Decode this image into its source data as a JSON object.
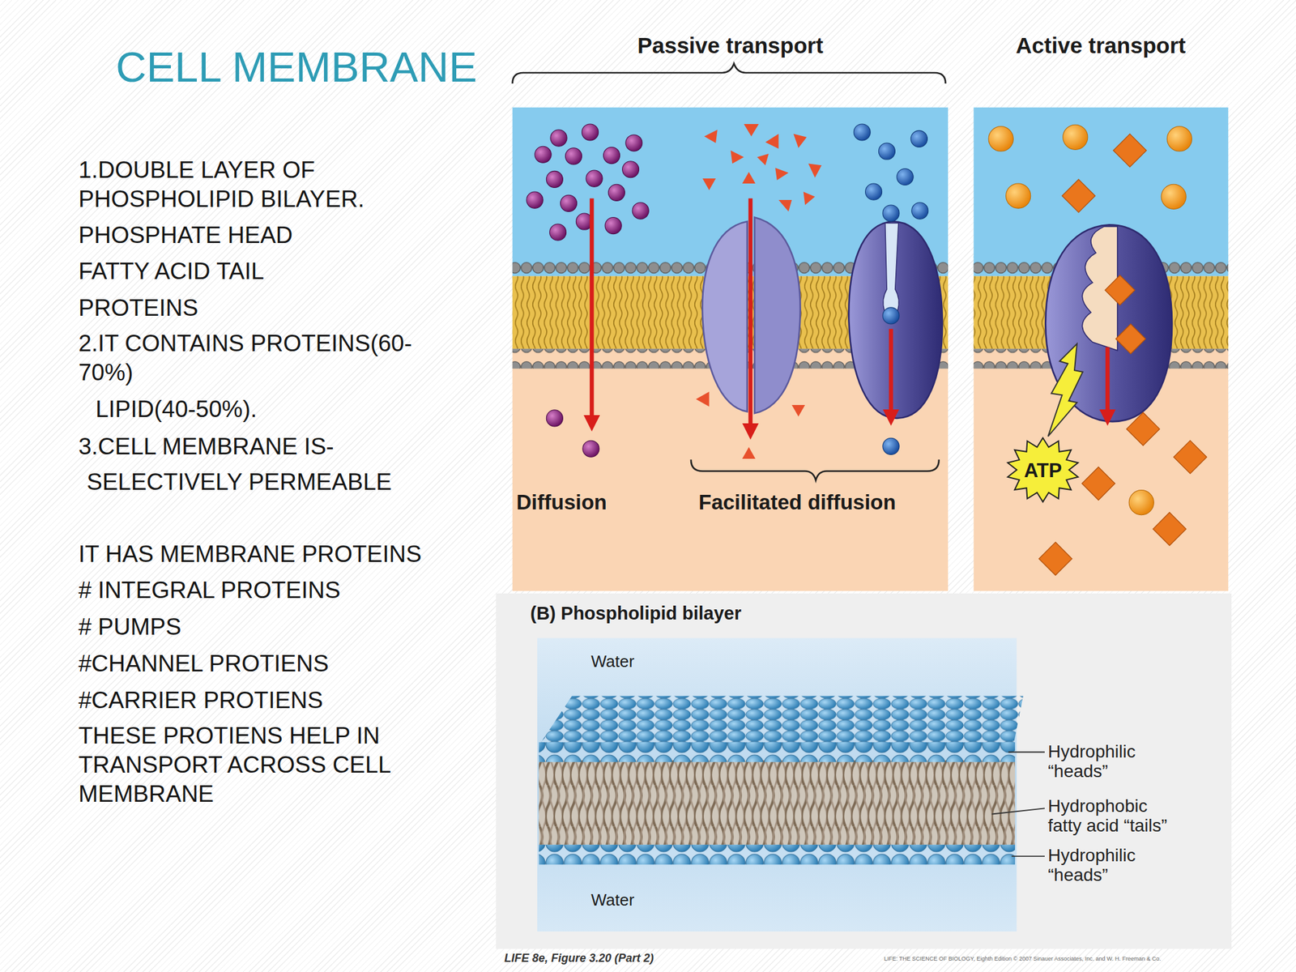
{
  "diagram": {
    "title": "CELL MEMBRANE",
    "caption": "LIFE 8e, Figure 3.20 (Part 2)",
    "nodes": [
      {
        "text": [
          "Passive transport",
          "Diffusion",
          "Facilitated diffusion"
        ]
      },
      {
        "text": [
          "Active transport"
        ]
      },
      {
        "text": [
          "ATP"
        ],
        "in": 1
      },
      {
        "text": [
          "(B) Phospholipid bilayer",
          "Water",
          "Water"
        ]
      }
    ],
    "labels": [
      "1.DOUBLE LAYER OF PHOSPHOLIPID BILAYER.",
      "PHOSPHATE HEAD",
      "FATTY ACID TAIL",
      "PROTEINS",
      "2.IT CONTAINS PROTEINS(60-70%)",
      "LIPID(40-50%).",
      "3.CELL MEMBRANE IS-",
      "SELECTIVELY PERMEABLE",
      "IT HAS MEMBRANE PROTEINS",
      "# INTEGRAL PROTEINS",
      "# PUMPS",
      "#CHANNEL PROTIENS",
      "#CARRIER PROTIENS",
      "THESE PROTIENS HELP IN TRANSPORT ACROSS CELL MEMBRANE",
      "Hydrophilic “heads”",
      "Hydrophobic fatty acid “tails”",
      "Hydrophilic “heads”",
      "LIFE: THE SCIENCE OF BIOLOGY, Eighth Edition © 2007 Sinauer Associates, Inc. and W. H. Freeman & Co."
    ]
  }
}
